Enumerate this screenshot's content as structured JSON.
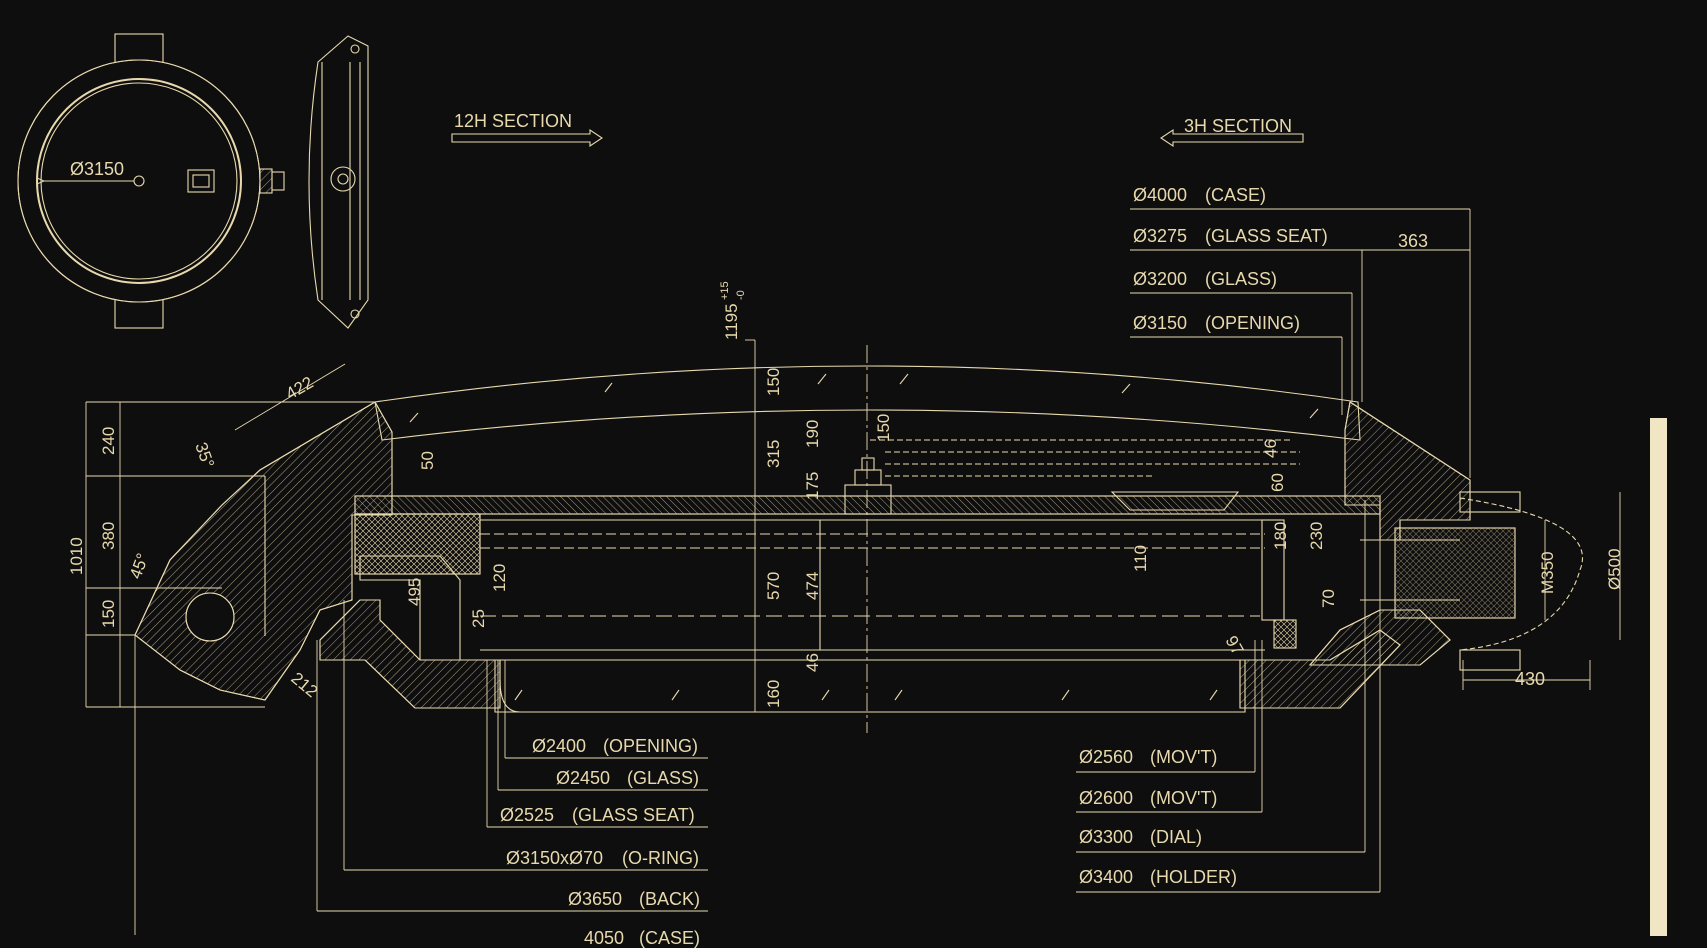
{
  "colors": {
    "background": "#0e0e0f",
    "line": "#e8d9ad",
    "scrollbar": "#f1e6c4"
  },
  "sections": {
    "left_arrow_label": "12H SECTION",
    "right_arrow_label": "3H SECTION"
  },
  "front_view": {
    "diameter": "Ø3150"
  },
  "callouts_top_right": [
    {
      "dim": "Ø4000",
      "label": "(CASE)"
    },
    {
      "dim": "Ø3275",
      "label": "(GLASS SEAT)"
    },
    {
      "dim": "Ø3200",
      "label": "(GLASS)"
    },
    {
      "dim": "Ø3150",
      "label": "(OPENING)"
    }
  ],
  "callouts_bottom_left": [
    {
      "dim": "Ø2400",
      "label": "(OPENING)"
    },
    {
      "dim": "Ø2450",
      "label": "(GLASS)"
    },
    {
      "dim": "Ø2525",
      "label": "(GLASS SEAT)"
    },
    {
      "dim": "Ø3150xØ70",
      "label": "(O-RING)"
    },
    {
      "dim": "Ø3650",
      "label": "(BACK)"
    },
    {
      "dim": "4050",
      "label": "(CASE)"
    }
  ],
  "callouts_bottom_right": [
    {
      "dim": "Ø2560",
      "label": "(MOV'T)"
    },
    {
      "dim": "Ø2600",
      "label": "(MOV'T)"
    },
    {
      "dim": "Ø3300",
      "label": "(DIAL)"
    },
    {
      "dim": "Ø3400",
      "label": "(HOLDER)"
    }
  ],
  "dimensions": {
    "top_height": "1195",
    "top_height_tol_upper": "+15",
    "top_height_tol_lower": "-0",
    "right_363": "363",
    "left_422": "422",
    "left_35deg": "35°",
    "left_45deg": "45°",
    "left_212": "212",
    "left_240": "240",
    "left_380": "380",
    "left_150": "150",
    "left_1010": "1010",
    "left_50": "50",
    "left_495": "495",
    "left_120": "120",
    "left_25": "25",
    "center_150": "150",
    "center_315": "315",
    "center_190": "190",
    "center_175": "175",
    "center_150b": "150",
    "center_570": "570",
    "center_474": "474",
    "center_46": "46",
    "center_160": "160",
    "center_110": "110",
    "right_46": "46",
    "right_60": "60",
    "right_180": "180",
    "right_230": "230",
    "right_70": "70",
    "right_97": "97",
    "crown_m350": "M350",
    "crown_500": "Ø500",
    "crown_430": "430"
  }
}
